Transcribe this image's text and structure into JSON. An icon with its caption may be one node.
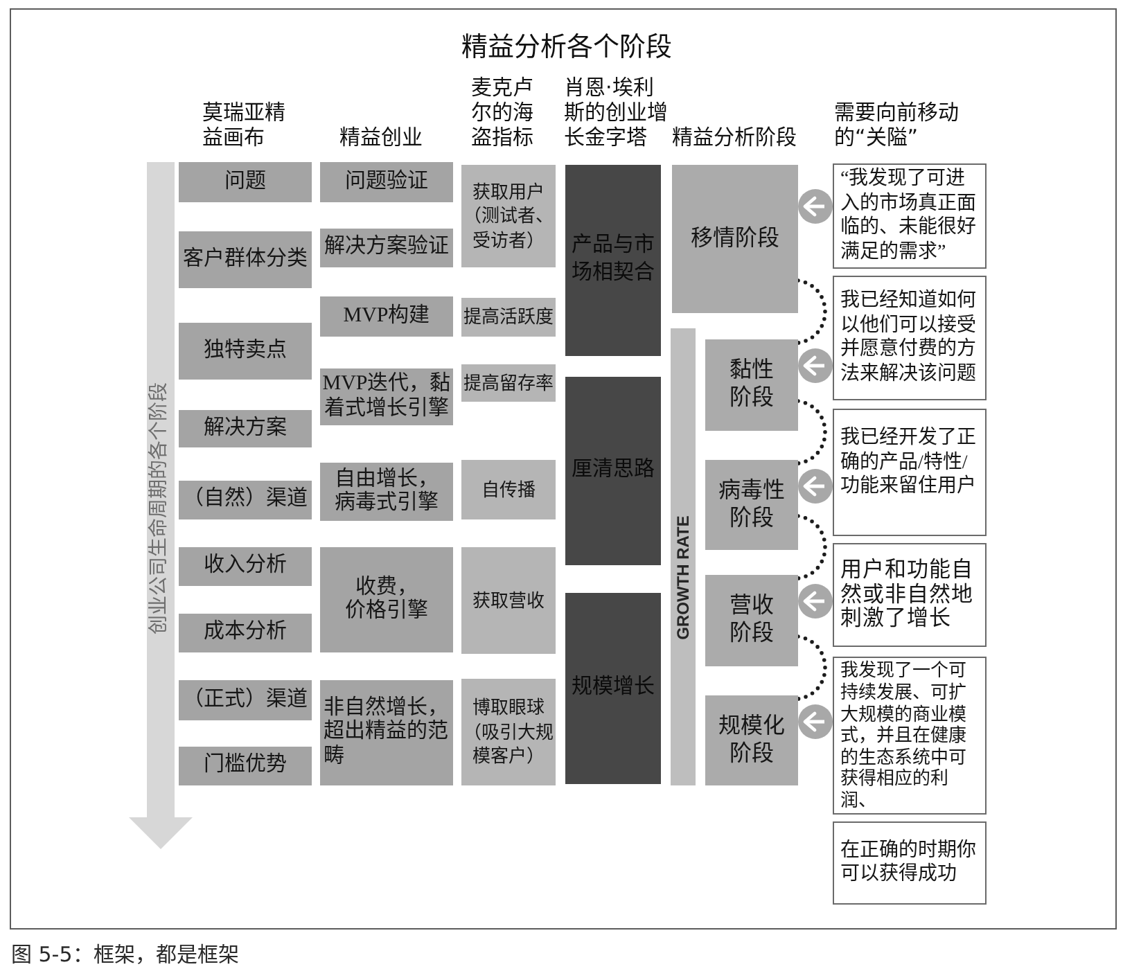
{
  "diagram": {
    "title": "精益分析各个阶段",
    "caption": "图 5-5：框架，都是框架",
    "nodes": [
      {
        "text": [
          "创业公司生命周期的各个阶段"
        ]
      },
      {
        "text": [
          "问题"
        ]
      },
      {
        "text": [
          "客户群体分类"
        ]
      },
      {
        "text": [
          "独特卖点"
        ]
      },
      {
        "text": [
          "解决方案"
        ]
      },
      {
        "text": [
          "（自然）渠道"
        ]
      },
      {
        "text": [
          "收入分析"
        ]
      },
      {
        "text": [
          "成本分析"
        ]
      },
      {
        "text": [
          "（正式）渠道"
        ]
      },
      {
        "text": [
          "门槛优势"
        ]
      },
      {
        "text": [
          "问题验证"
        ]
      },
      {
        "text": [
          "解决方案验证"
        ]
      },
      {
        "text": [
          "MVP构建"
        ]
      },
      {
        "text": [
          "MVP迭代，黏着式增长引擎"
        ]
      },
      {
        "text": [
          "自由增长，病毒式引擎"
        ]
      },
      {
        "text": [
          "收费，价格引擎"
        ]
      },
      {
        "text": [
          "非自然增长，超出精益的范畴"
        ]
      },
      {
        "text": [
          "获取用户（测试者、受访者）"
        ]
      },
      {
        "text": [
          "提高活跃度"
        ]
      },
      {
        "text": [
          "提高留存率"
        ]
      },
      {
        "text": [
          "自传播"
        ]
      },
      {
        "text": [
          "获取营收"
        ]
      },
      {
        "text": [
          "博取眼球（吸引大规模客户）"
        ]
      },
      {
        "text": [
          "产品与市场相契合"
        ]
      },
      {
        "text": [
          "厘清思路"
        ]
      },
      {
        "text": [
          "规模增长"
        ]
      },
      {
        "text": [
          "移情阶段"
        ]
      },
      {
        "text": [
          "GROWTH RATE"
        ]
      },
      {
        "text": [
          "黏性阶段"
        ]
      },
      {
        "text": [
          "病毒性阶段"
        ]
      },
      {
        "text": [
          "营收阶段"
        ]
      },
      {
        "text": [
          "规模化阶段"
        ]
      },
      {
        "text": [
          "“我发现了可进入的市场真正面临的、未能很好满足的需求”"
        ]
      },
      {
        "text": [
          "我已经知道如何以他们可以接受并愿意付费的方法来解决该问题"
        ]
      },
      {
        "text": [
          "我已经开发了正确的产品/特性/功能来留住用户"
        ]
      },
      {
        "text": [
          "用户和功能自然或非自然地刺激了增长"
        ]
      },
      {
        "text": [
          "我发现了一个可持续发展、可扩大规模的商业模式，并且在健康的生态系统中可获得相应的利润、"
        ]
      },
      {
        "text": [
          "在正确的时期你可以获得成功"
        ]
      }
    ],
    "edges": [
      {
        "from": 32,
        "to": 26,
        "arrow": "to"
      },
      {
        "from": 33,
        "to": 28,
        "arrow": "to"
      },
      {
        "from": 34,
        "to": 29,
        "arrow": "to"
      },
      {
        "from": 35,
        "to": 30,
        "arrow": "to"
      },
      {
        "from": 36,
        "to": 31,
        "arrow": "to"
      },
      {
        "from": 26,
        "to": 28,
        "arrow": "none",
        "style": "dashed",
        "color": "#1c1c1c"
      },
      {
        "from": 28,
        "to": 29,
        "arrow": "none",
        "style": "dashed",
        "color": "#1c1c1c"
      },
      {
        "from": 29,
        "to": 30,
        "arrow": "none",
        "style": "dashed",
        "color": "#1c1c1c"
      },
      {
        "from": 30,
        "to": 31,
        "arrow": "none",
        "style": "dashed",
        "color": "#1c1c1c"
      }
    ],
    "labels": [
      "莫瑞亚精益画布",
      "精益创业",
      "麦克卢尔的海盗指标",
      "肖恩·埃利斯的创业增长金字塔",
      "精益分析阶段",
      "需要向前移动的“关隘”"
    ]
  }
}
